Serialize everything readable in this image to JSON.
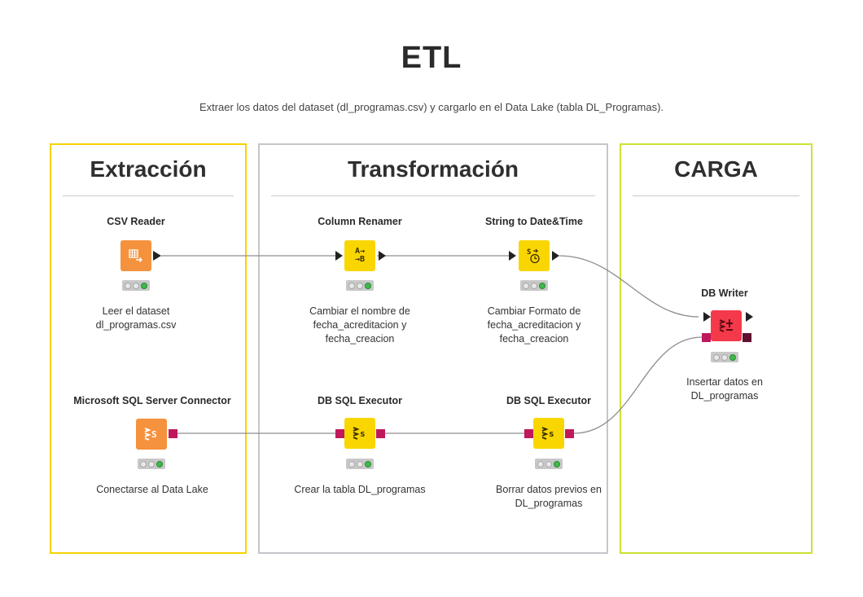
{
  "header": {
    "title": "ETL",
    "subtitle": "Extraer los datos del dataset (dl_programas.csv) y cargarlo en el Data Lake (tabla DL_Programas)."
  },
  "sections": {
    "extraction": "Extracción",
    "transformation": "Transformación",
    "load": "CARGA"
  },
  "colors": {
    "extraction_border": "#f6d300",
    "transformation_border": "#c4c7ca",
    "load_border": "#cde133",
    "reader_node": "#f5923e",
    "manipulation_node": "#fad600",
    "writer_node": "#f4394a",
    "db_port": "#c0185c",
    "status_ok": "#3eb94a"
  },
  "nodes": {
    "csv_reader": {
      "name": "CSV Reader",
      "description": "Leer el dataset\ndl_programas.csv",
      "icon": "table-import-icon",
      "status": "executed"
    },
    "column_renamer": {
      "name": "Column Renamer",
      "description": "Cambiar el nombre de\nfecha_acreditacion y\nfecha_creacion",
      "icon": "rename-column-icon",
      "status": "executed"
    },
    "string_to_datetime": {
      "name": "String to Date&Time",
      "description": "Cambiar Formato de\nfecha_acreditacion y\nfecha_creacion",
      "icon": "string-to-clock-icon",
      "status": "executed"
    },
    "db_writer": {
      "name": "DB Writer",
      "description": "Insertar datos en\nDL_programas",
      "icon": "database-write-icon",
      "status": "executed"
    },
    "sql_connector": {
      "name": "Microsoft SQL Server Connector",
      "description": "Conectarse al Data Lake",
      "icon": "database-connector-icon",
      "status": "executed"
    },
    "sql_executor_1": {
      "name": "DB SQL Executor",
      "description": "Crear la tabla DL_programas",
      "icon": "database-sql-icon",
      "status": "executed"
    },
    "sql_executor_2": {
      "name": "DB SQL Executor",
      "description": "Borrar datos previos en\nDL_programas",
      "icon": "database-sql-icon",
      "status": "executed"
    }
  }
}
